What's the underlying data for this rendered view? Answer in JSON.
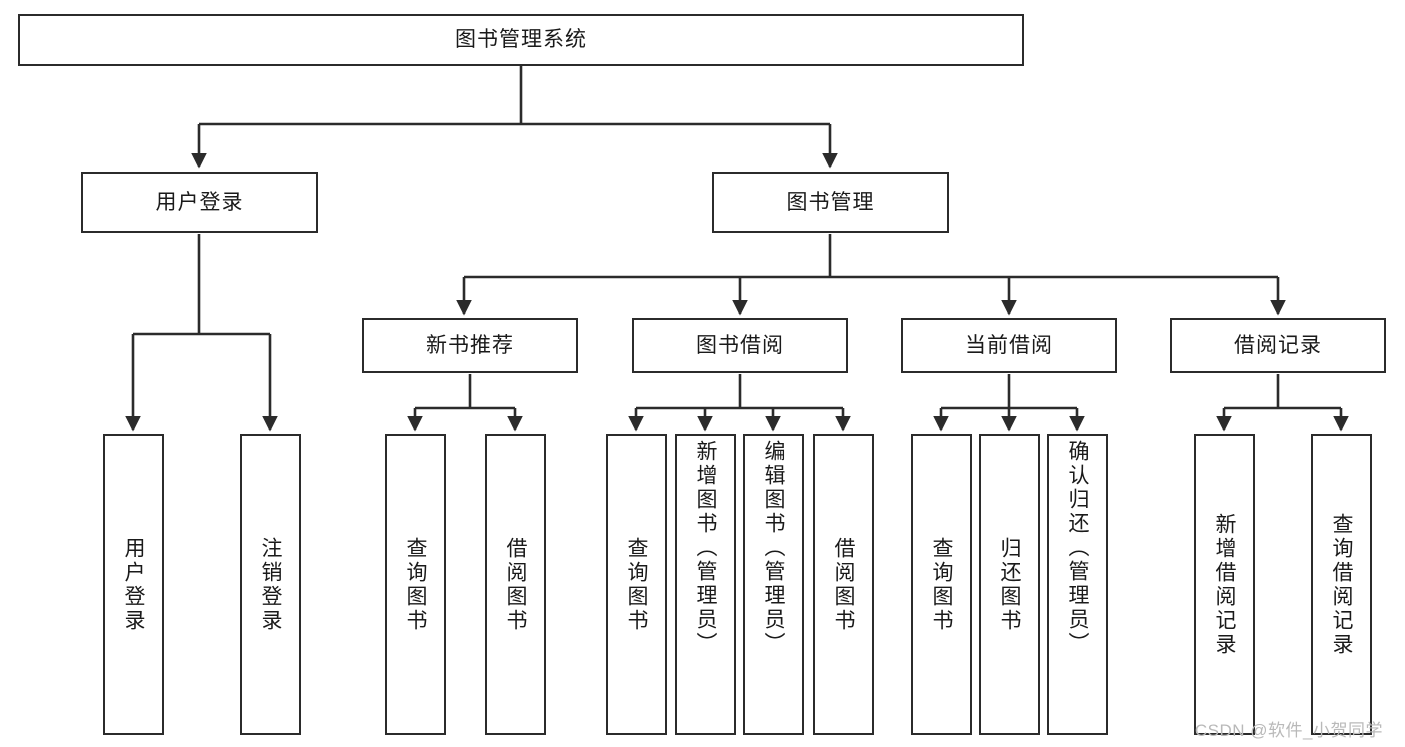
{
  "diagram": {
    "title": "图书管理系统",
    "type": "hierarchy-tree",
    "background_color": "#ffffff",
    "line_color": "#2b2b2b",
    "text_color": "#1a1a1a",
    "levels": 4,
    "nodes": {
      "root": {
        "label": "图书管理系统"
      },
      "level2": [
        {
          "label": "用户登录"
        },
        {
          "label": "图书管理"
        }
      ],
      "level3": [
        {
          "label": "新书推荐"
        },
        {
          "label": "图书借阅"
        },
        {
          "label": "当前借阅"
        },
        {
          "label": "借阅记录"
        }
      ],
      "leaves": [
        {
          "label": "用户登录",
          "parent": "用户登录"
        },
        {
          "label": "注销登录",
          "parent": "用户登录"
        },
        {
          "label": "查询图书",
          "parent": "新书推荐"
        },
        {
          "label": "借阅图书",
          "parent": "新书推荐"
        },
        {
          "label": "查询图书",
          "parent": "图书借阅"
        },
        {
          "label": "新增图书（管理员）",
          "parent": "图书借阅"
        },
        {
          "label": "编辑图书（管理员）",
          "parent": "图书借阅"
        },
        {
          "label": "借阅图书",
          "parent": "图书借阅"
        },
        {
          "label": "查询图书",
          "parent": "当前借阅"
        },
        {
          "label": "归还图书",
          "parent": "当前借阅"
        },
        {
          "label": "确认归还（管理员）",
          "parent": "当前借阅"
        },
        {
          "label": "新增借阅记录",
          "parent": "借阅记录"
        },
        {
          "label": "查询借阅记录",
          "parent": "借阅记录"
        }
      ]
    }
  },
  "watermark": {
    "text": "CSDN @软件_小贺同学"
  }
}
